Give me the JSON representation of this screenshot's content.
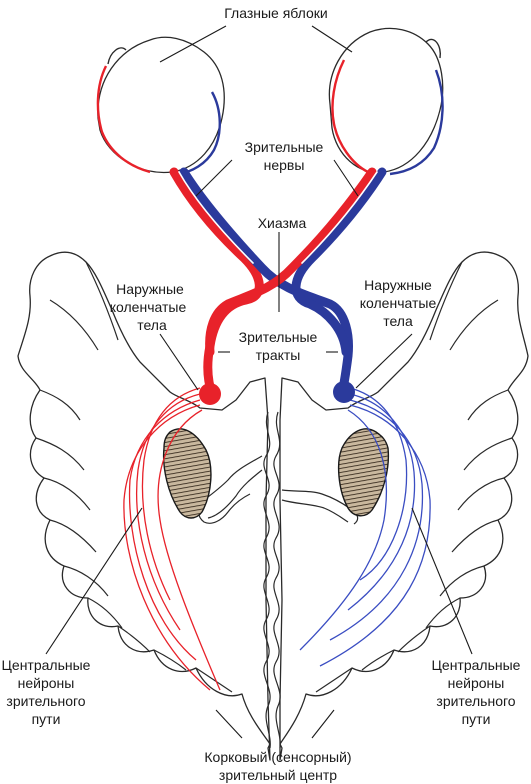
{
  "labels": {
    "eyeballs": "Глазные яблоки",
    "optic_nerves_1": "Зрительные",
    "optic_nerves_2": "нервы",
    "chiasm": "Хиазма",
    "lgn_left_1": "Наружные",
    "lgn_left_2": "коленчатые",
    "lgn_left_3": "тела",
    "lgn_right_1": "Наружные",
    "lgn_right_2": "коленчатые",
    "lgn_right_3": "тела",
    "tracts_1": "Зрительные",
    "tracts_2": "тракты",
    "neurons_left_1": "Центральные",
    "neurons_left_2": "нейроны",
    "neurons_left_3": "зрительного",
    "neurons_left_4": "пути",
    "neurons_right_1": "Центральные",
    "neurons_right_2": "нейроны",
    "neurons_right_3": "зрительного",
    "neurons_right_4": "пути",
    "cortex_1": "Корковый (сенсорный)",
    "cortex_2": "зрительный центр"
  },
  "colors": {
    "left_pathway": "#e8222a",
    "right_pathway": "#2b3a9c",
    "outline": "#2a2a2a",
    "nucleus_fill": "#8a7560"
  }
}
